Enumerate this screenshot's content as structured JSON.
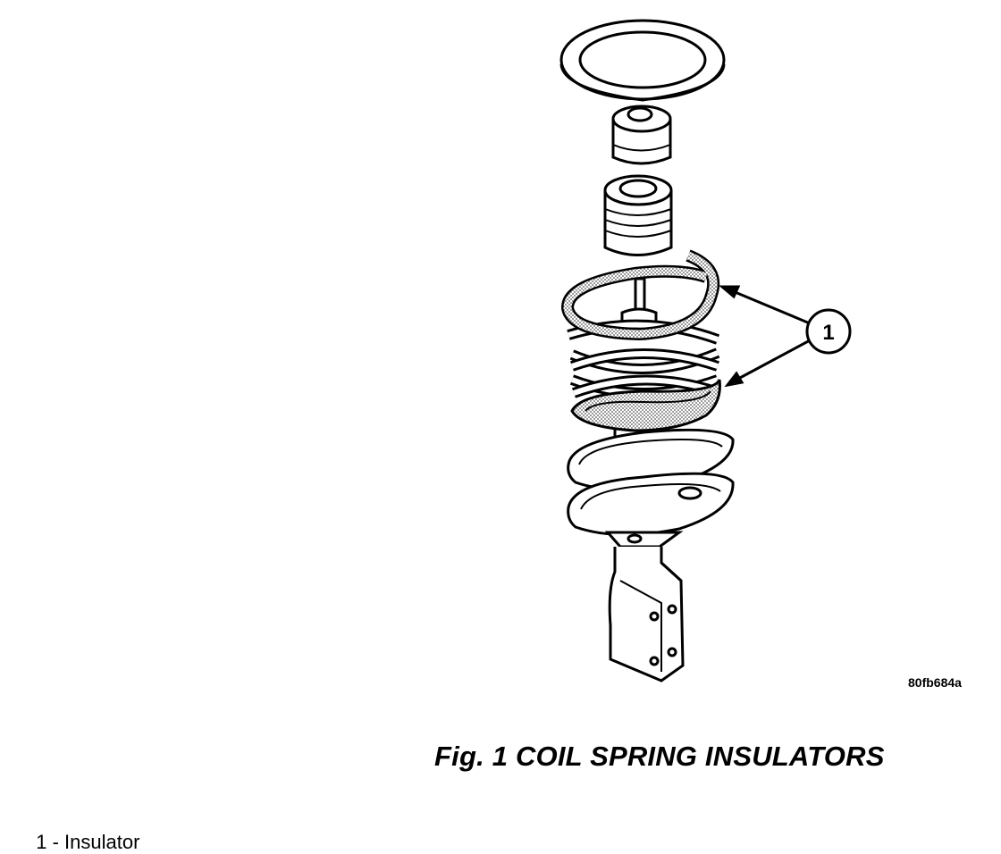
{
  "figure": {
    "code": "80fb684a",
    "caption": "Fig.  1 COIL SPRING INSULATORS",
    "callout_number": "1"
  },
  "legend": {
    "items": [
      {
        "number": "1",
        "separator": " - ",
        "label": "Insulator"
      }
    ]
  }
}
